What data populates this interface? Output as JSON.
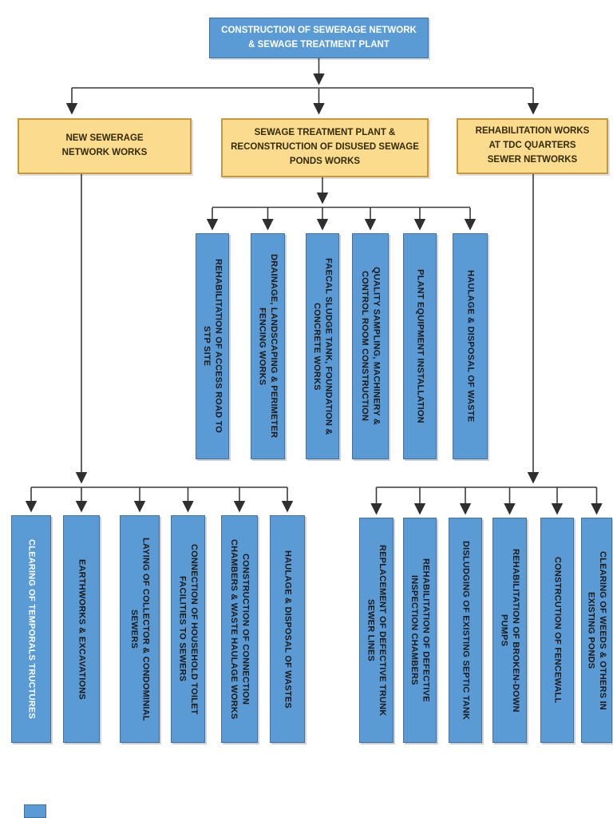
{
  "root_label": "CONSTRUCTION OF SEWERAGE NETWORK & SEWAGE TREATMENT PLANT",
  "branches": {
    "network": "NEW SEWERAGE NETWORK WORKS",
    "stp": "SEWAGE TREATMENT PLANT & RECONSTRUCTION OF DISUSED SEWAGE PONDS WORKS",
    "tdc": "REHABILITATION WORKS AT TDC QUARTERS SEWER NETWORKS"
  },
  "stp_tasks": [
    "REHABILITATION OF ACCESS ROAD TO STP SITE",
    "DRAINAGE, LANDSCAPING & PERIMETER FENCING WORKS",
    "FAECAL SLUDGE TANK, FOUNDATION & CONCRETE WORKS",
    "QUALITY SAMPLING, MACHINERY & CONTROL ROOM CONSTRUCTION",
    "PLANT EQUIPMENT INSTALLATION",
    "HAULAGE & DISPOSAL OF WASTE"
  ],
  "network_tasks": [
    "CLEARING OF TEMPORALS TRUCTURES",
    "EARTHWORKS & EXCAVATIONS",
    "LAYING OF COLLECTOR & CONDOMINIAL SEWERS",
    "CONNECTION OF HOUSEHOLD TOILET FACILITIES TO SEWERS",
    "CONSTRUCTION OF CONNECTION CHAMBERS & WASTE HAULAGE WORKS",
    "HAULAGE & DISPOSAL OF WASTES"
  ],
  "tdc_tasks": [
    "REPLACEMENT OF DEFECTIVE TRUNK SEWER LINES",
    "REHABILITATION OF DEFECTIVE INSPECTION CHAMBERS",
    "DISLUDGING OF EXISTING SEPTIC TANK",
    "REHABILITATION OF BROKEN-DOWN PUMPS",
    "CONSTRCUTION OF FENCEWALL",
    "CLEARING OF WEEDS & OTHERS IN EXISTING PONDS"
  ],
  "colors": {
    "node_fill": "#5B9BD5",
    "node_border": "#41719C",
    "branch_fill": "#FBDB8E",
    "branch_border": "#C9973B",
    "line": "#3A3A3A",
    "text_dark": "#191919",
    "text_light": "#FFFFFF"
  }
}
